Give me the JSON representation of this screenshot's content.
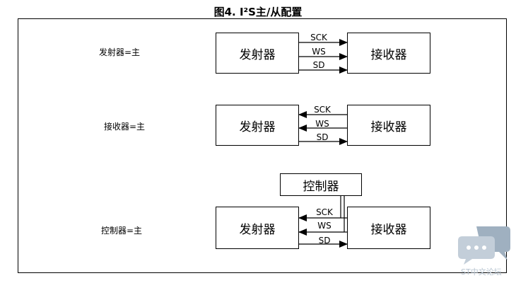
{
  "title": "图4. I²S主/从配置",
  "configs": [
    {
      "mode_label": "发射器=主",
      "transmitter": "发射器",
      "receiver": "接收器",
      "signals": [
        "SCK",
        "WS",
        "SD"
      ]
    },
    {
      "mode_label": "接收器=主",
      "transmitter": "发射器",
      "receiver": "接收器",
      "signals": [
        "SCK",
        "WS",
        "SD"
      ]
    },
    {
      "mode_label": "控制器=主",
      "controller": "控制器",
      "transmitter": "发射器",
      "receiver": "接收器",
      "signals": [
        "SCK",
        "WS",
        "SD"
      ]
    }
  ],
  "watermark": {
    "text": "ST中文论坛",
    "icon": "chat-bubble-icon",
    "color": "#b7c4d0"
  }
}
